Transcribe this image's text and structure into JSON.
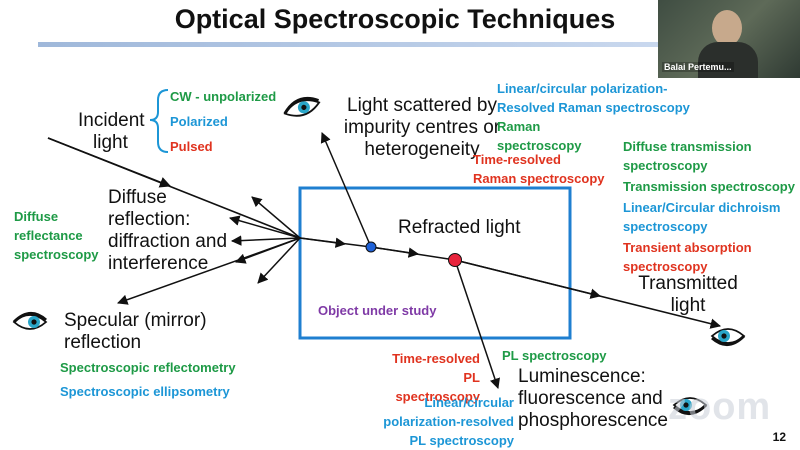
{
  "slide": {
    "title": "Optical Spectroscopic Techniques",
    "number": "12"
  },
  "labels": {
    "incident_line1": "Incident",
    "incident_line2": "light",
    "scattered_line1": "Light scattered by",
    "scattered_line2": "impurity centres or",
    "scattered_line3": "heterogeneity",
    "diffuse_line1": "Diffuse",
    "diffuse_line2": "reflection:",
    "diffuse_line3": "diffraction and",
    "diffuse_line4": "interference",
    "specular_line1": "Specular (mirror)",
    "specular_line2": "reflection",
    "refracted": "Refracted light",
    "object": "Object under study",
    "transmitted_line1": "Transmitted",
    "transmitted_line2": "light",
    "lum_line1": "Luminescence:",
    "lum_line2": "fluorescence and",
    "lum_line3": "phosphorescence"
  },
  "techniques": {
    "cw": "CW - unpolarized",
    "polarized": "Polarized",
    "pulsed": "Pulsed",
    "raman_pol_1": "Linear/circular polarization-",
    "raman_pol_2": "Resolved Raman spectroscopy",
    "raman_1": "Raman",
    "raman_2": "spectroscopy",
    "tr_raman_1": "Time-resolved",
    "tr_raman_2": "Raman spectroscopy",
    "diffuse_refl_1": "Diffuse",
    "diffuse_refl_2": "reflectance",
    "diffuse_refl_3": "spectroscopy",
    "diffuse_trans_1": "Diffuse transmission",
    "diffuse_trans_2": "spectroscopy",
    "transmission": "Transmission spectroscopy",
    "dichroism_1": "Linear/Circular dichroism",
    "dichroism_2": "spectroscopy",
    "transient_1": "Transient absorption",
    "transient_2": "spectroscopy",
    "reflectometry": "Spectroscopic reflectometry",
    "ellipsometry": "Spectroscopic ellipsometry",
    "tr_pl_1": "Time-resolved PL",
    "tr_pl_2": "spectroscopy",
    "pl": "PL spectroscopy",
    "pol_pl_1": "Linear/circular",
    "pol_pl_2": "polarization-resolved",
    "pol_pl_3": "PL spectroscopy"
  },
  "video_overlay": {
    "participant_name": "Balai Pertemu..."
  },
  "watermark": "zoom",
  "colors": {
    "green": "#1e9a46",
    "blue": "#1c96d6",
    "red": "#e0331f",
    "purple": "#7f3aa6",
    "object_box": "#1f7fd0"
  },
  "icons": [
    "eye-icon",
    "arrow-icon"
  ]
}
